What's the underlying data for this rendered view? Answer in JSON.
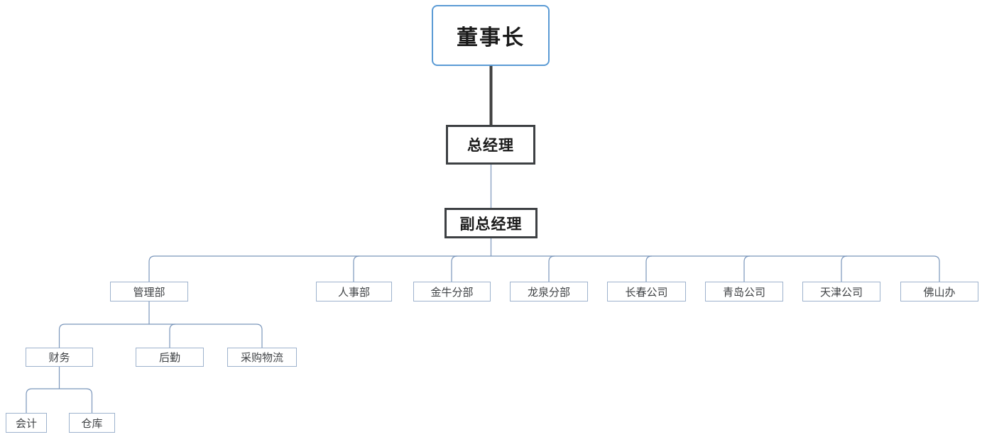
{
  "colors": {
    "background": "#ffffff",
    "chairman_border": "#5b9bd5",
    "manager_border": "#3d4043",
    "connector_dark": "#404040",
    "connector_light": "#7a96bb",
    "node_border_light": "#9db2cd",
    "text_dark": "#1a1a1a",
    "text_node": "#3f4245"
  },
  "nodes": {
    "chairman": {
      "label": "董事长",
      "parent": null
    },
    "general_manager": {
      "label": "总经理",
      "parent": "chairman"
    },
    "deputy_general_manager": {
      "label": "副总经理",
      "parent": "general_manager"
    },
    "management_dept": {
      "label": "管理部",
      "parent": "deputy_general_manager"
    },
    "hr_dept": {
      "label": "人事部",
      "parent": "deputy_general_manager"
    },
    "jinniu_branch": {
      "label": "金牛分部",
      "parent": "deputy_general_manager"
    },
    "longquan_branch": {
      "label": "龙泉分部",
      "parent": "deputy_general_manager"
    },
    "changchun_company": {
      "label": "长春公司",
      "parent": "deputy_general_manager"
    },
    "qingdao_company": {
      "label": "青岛公司",
      "parent": "deputy_general_manager"
    },
    "tianjin_company": {
      "label": "天津公司",
      "parent": "deputy_general_manager"
    },
    "foshan_office": {
      "label": "佛山办",
      "parent": "deputy_general_manager"
    },
    "finance": {
      "label": "财务",
      "parent": "management_dept"
    },
    "logistics": {
      "label": "后勤",
      "parent": "management_dept"
    },
    "procurement_logistics": {
      "label": "采购物流",
      "parent": "management_dept"
    },
    "accounting": {
      "label": "会计",
      "parent": "finance"
    },
    "warehouse": {
      "label": "仓库",
      "parent": "finance"
    }
  }
}
